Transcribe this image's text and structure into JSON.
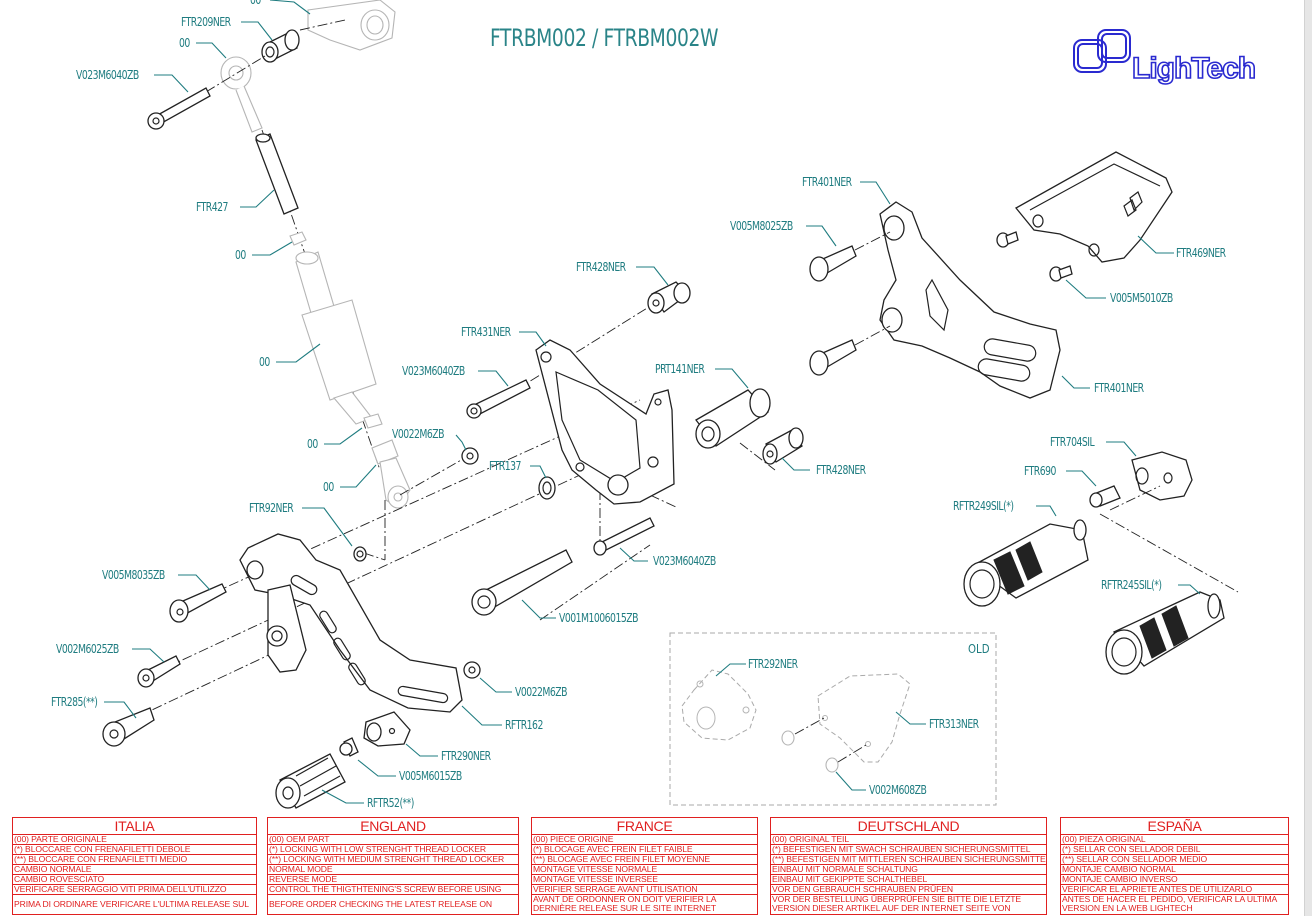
{
  "title": "FTRBM002 / FTRBM002W",
  "brand": "LighTech",
  "old_box_label": "OLD",
  "colors": {
    "label_teal": "#1f7c80",
    "legend_red": "#e02020",
    "logo_blue": "#2a2ad0",
    "line_dark": "#222222",
    "line_ghost": "#b8b8b8"
  },
  "part_labels": [
    {
      "id": "p1",
      "text": "00"
    },
    {
      "id": "p2",
      "text": "FTR209NER"
    },
    {
      "id": "p3",
      "text": "00"
    },
    {
      "id": "p4",
      "text": "V023M6040ZB"
    },
    {
      "id": "p5",
      "text": "FTR427"
    },
    {
      "id": "p6",
      "text": "00"
    },
    {
      "id": "p7",
      "text": "00"
    },
    {
      "id": "p8",
      "text": "00"
    },
    {
      "id": "p9",
      "text": "00"
    },
    {
      "id": "p10",
      "text": "V0022M6ZB"
    },
    {
      "id": "p11",
      "text": "FTR92NER"
    },
    {
      "id": "p12",
      "text": "V005M8035ZB"
    },
    {
      "id": "p13",
      "text": "V002M6025ZB"
    },
    {
      "id": "p14",
      "text": "FTR285(**)"
    },
    {
      "id": "p15",
      "text": "FTR428NER"
    },
    {
      "id": "p16",
      "text": "FTR431NER"
    },
    {
      "id": "p17",
      "text": "V023M6040ZB"
    },
    {
      "id": "p18",
      "text": "PRT141NER"
    },
    {
      "id": "p19",
      "text": "FTR137"
    },
    {
      "id": "p20",
      "text": "FTR428NER"
    },
    {
      "id": "p21",
      "text": "V023M6040ZB"
    },
    {
      "id": "p22",
      "text": "V001M1006015ZB"
    },
    {
      "id": "p23",
      "text": "FTR401NER"
    },
    {
      "id": "p24",
      "text": "V005M8025ZB"
    },
    {
      "id": "p25",
      "text": "FTR469NER"
    },
    {
      "id": "p26",
      "text": "V005M5010ZB"
    },
    {
      "id": "p27",
      "text": "FTR401NER"
    },
    {
      "id": "p28",
      "text": "FTR704SIL"
    },
    {
      "id": "p29",
      "text": "FTR690"
    },
    {
      "id": "p30",
      "text": "RFTR249SIL(*)"
    },
    {
      "id": "p31",
      "text": "RFTR245SIL(*)"
    },
    {
      "id": "p32",
      "text": "FTR292NER"
    },
    {
      "id": "p33",
      "text": "FTR313NER"
    },
    {
      "id": "p34",
      "text": "V002M608ZB"
    },
    {
      "id": "p35",
      "text": "V0022M6ZB"
    },
    {
      "id": "p36",
      "text": "RFTR162"
    },
    {
      "id": "p37",
      "text": "FTR290NER"
    },
    {
      "id": "p38",
      "text": "V005M6015ZB"
    },
    {
      "id": "p39",
      "text": "RFTR52(**)"
    }
  ],
  "legends": [
    {
      "country": "ITALIA",
      "rows": [
        "(00) PARTE ORIGINALE",
        "(*)   BLOCCARE CON FRENAFILETTI DEBOLE",
        "(**)  BLOCCARE CON FRENAFILETTI MEDIO",
        "CAMBIO NORMALE",
        "CAMBIO ROVESCIATO",
        "VERIFICARE SERRAGGIO VITI PRIMA DELL'UTILIZZO",
        "PRIMA DI ORDINARE VERIFICARE L'ULTIMA RELEASE SUL SITO"
      ]
    },
    {
      "country": "ENGLAND",
      "rows": [
        "(00) OEM PART",
        "(*)    LOCKING WITH LOW STRENGHT THREAD LOCKER",
        "(**)   LOCKING WITH MEDIUM STRENGHT THREAD LOCKER",
        "NORMAL MODE",
        "REVERSE MODE",
        "CONTROL THE THIGTHTENING'S SCREW BEFORE USING",
        "BEFORE ORDER CHECKING THE LATEST RELEASE ON WEBSITE"
      ]
    },
    {
      "country": "FRANCE",
      "rows": [
        "(00) PIECE ORIGINE",
        "(*)    BLOCAGE AVEC FREIN FILET FAIBLE",
        "(**)   BLOCAGE AVEC FREIN FILET MOYENNE",
        "MONTAGE VITESSE NORMALE",
        "MONTAGE VITESSE INVERSEE",
        "VERIFIER SERRAGE AVANT UTILISATION",
        "AVANT DE ORDONNER ON DOIT VERIFIER LA DERNIÈRE RELEASE SUR LE SITE INTERNET"
      ]
    },
    {
      "country": "DEUTSCHLAND",
      "rows": [
        "(00) ORIGINAL TEIL",
        "(*)    BEFESTIGEN MIT SWACH SCHRAUBEN SICHERUNGSMITTEL",
        "(**)   BEFESTIGEN MIT MITTLEREN SCHRAUBEN SICHERUNGSMITTEL",
        "EINBAU MIT NORMALE SCHALTUNG",
        "EINBAU MIT GEKIPPTE SCHALTHEBEL",
        "VOR DEN GEBRAUCH SCHRAUBEN PRÜFEN",
        "VOR DER BESTELLUNG ÜBERPRÜFEN SIE BITTE DIE LETZTE VERSION DIESER ARTIKEL AUF DER INTERNET SEITE VON LIGHTECH"
      ]
    },
    {
      "country": "ESPAÑA",
      "rows": [
        "(00) PIEZA ORIGINAL",
        "(*)    SELLAR CON SELLADOR DEBIL",
        "(**)   SELLAR CON SELLADOR MEDIO",
        "MONTAJE  CAMBIO NORMAL",
        "MONTAJE CAMBIO INVERSO",
        "VERIFICAR EL APRIETE ANTES DE UTILIZARLO",
        "ANTES DE HACER EL PEDIDO, VERIFICAR LA ULTIMA VERSION EN LA WEB LIGHTECH"
      ]
    }
  ]
}
